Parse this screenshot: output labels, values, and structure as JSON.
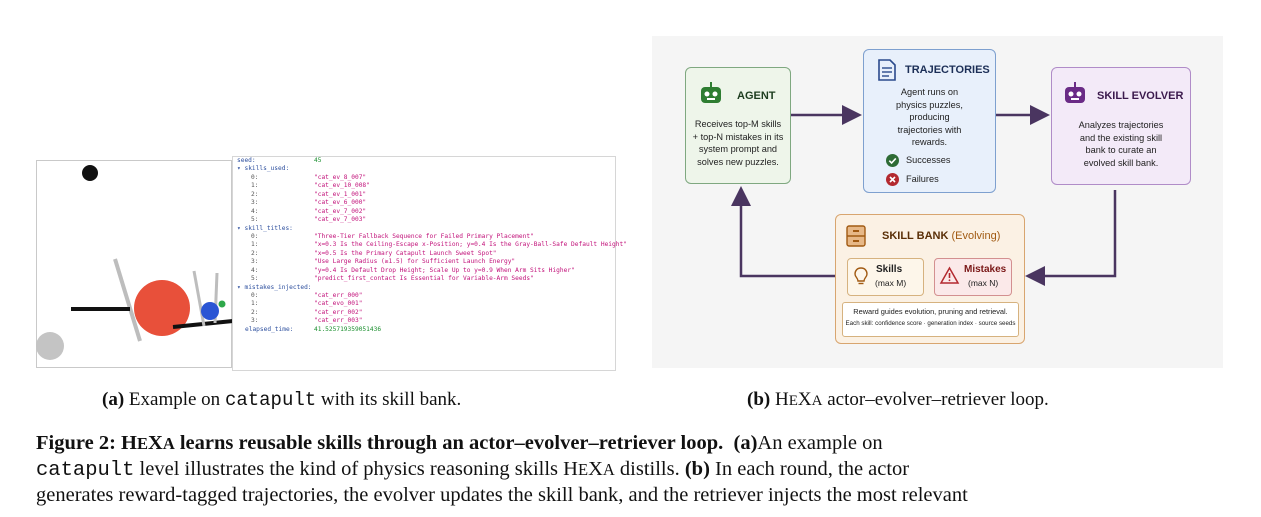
{
  "panel_a": {
    "inspector": {
      "seed_key": "seed:",
      "seed_value": "45",
      "skills_used_key": "skills_used:",
      "skills_used": [
        {
          "idx": "0:",
          "val": "\"cat_ev_8_007\""
        },
        {
          "idx": "1:",
          "val": "\"cat_ev_10_008\""
        },
        {
          "idx": "2:",
          "val": "\"cat_ev_1_001\""
        },
        {
          "idx": "3:",
          "val": "\"cat_ev_6_000\""
        },
        {
          "idx": "4:",
          "val": "\"cat_ev_7_002\""
        },
        {
          "idx": "5:",
          "val": "\"cat_ev_7_003\""
        }
      ],
      "skill_titles_key": "skill_titles:",
      "skill_titles": [
        {
          "idx": "0:",
          "val": "\"Three-Tier Fallback Sequence for Failed Primary Placement\""
        },
        {
          "idx": "1:",
          "val": "\"x=0.3 Is the Ceiling-Escape x-Position; y=0.4 Is the Gray-Ball-Safe Default Height\""
        },
        {
          "idx": "2:",
          "val": "\"x=0.5 Is the Primary Catapult Launch Sweet Spot\""
        },
        {
          "idx": "3:",
          "val": "\"Use Large Radius (≥1.5) for Sufficient Launch Energy\""
        },
        {
          "idx": "4:",
          "val": "\"y=0.4 Is Default Drop Height; Scale Up to y=0.9 When Arm Sits Higher\""
        },
        {
          "idx": "5:",
          "val": "\"predict_first_contact Is Essential for Variable-Arm Seeds\""
        }
      ],
      "mistakes_key": "mistakes_injected:",
      "mistakes": [
        {
          "idx": "0:",
          "val": "\"cat_err_000\""
        },
        {
          "idx": "1:",
          "val": "\"cat_evo_001\""
        },
        {
          "idx": "2:",
          "val": "\"cat_err_002\""
        },
        {
          "idx": "3:",
          "val": "\"cat_err_003\""
        }
      ],
      "elapsed_key": "elapsed_time:",
      "elapsed_value": "41.525719359051436"
    },
    "caption_label": "(a)",
    "caption_pre": " Example on ",
    "caption_code": "catapult",
    "caption_post": " with its skill bank."
  },
  "panel_b": {
    "agent": {
      "title": "AGENT",
      "desc": [
        "Receives top-M skills",
        "+ top-N mistakes in its",
        "system prompt and",
        "solves new puzzles."
      ]
    },
    "trajectories": {
      "title": "TRAJECTORIES",
      "desc": [
        "Agent runs on",
        "physics puzzles,",
        "producing",
        "trajectories with",
        "rewards."
      ],
      "success": "Successes",
      "failure": "Failures"
    },
    "evolver": {
      "title": "SKILL EVOLVER",
      "desc": [
        "Analyzes trajectories",
        "and the existing skill",
        "bank to curate an",
        "evolved skill bank."
      ]
    },
    "bank": {
      "title": "SKILL BANK",
      "title_suffix": "(Evolving)",
      "skills_label": "Skills",
      "skills_sub": "(max M)",
      "mistakes_label": "Mistakes",
      "mistakes_sub": "(max N)",
      "note1": "Reward guides evolution, pruning and retrieval.",
      "note2": "Each skill: confidence score · generation index · source seeds"
    },
    "caption_label": "(b)",
    "caption_pre": " H",
    "caption_sc": "E",
    "caption_mid": "X",
    "caption_sc2": "A",
    "caption_post": " actor–evolver–retriever loop."
  },
  "figure_caption": {
    "label": "Figure 2:",
    "bold_a": " H",
    "bold_sc1": "E",
    "bold_b": "X",
    "bold_sc2": "A",
    "bold_c": " learns reusable skills through an actor–evolver–retriever loop.",
    "a_label": "(a)",
    "line1_rest": "An example on",
    "code": "catapult",
    "line2_a": " level illustrates the kind of physics reasoning skills H",
    "line2_sc1": "E",
    "line2_b": "X",
    "line2_sc2": "A",
    "line2_c": " distills.",
    "b_label": "(b)",
    "line2_d": " In each round, the actor",
    "line3": "generates reward-tagged trajectories, the evolver updates the skill bank, and the retriever injects the most relevant"
  },
  "colors": {
    "agent_green": "#2e7d32",
    "traj_blue": "#2a4a8c",
    "evolver_purple": "#6a2b86",
    "bank_orange": "#a15a12",
    "arrow": "#4a3560",
    "red_ball": "#e8503a",
    "blue_ball": "#2a55d4"
  }
}
